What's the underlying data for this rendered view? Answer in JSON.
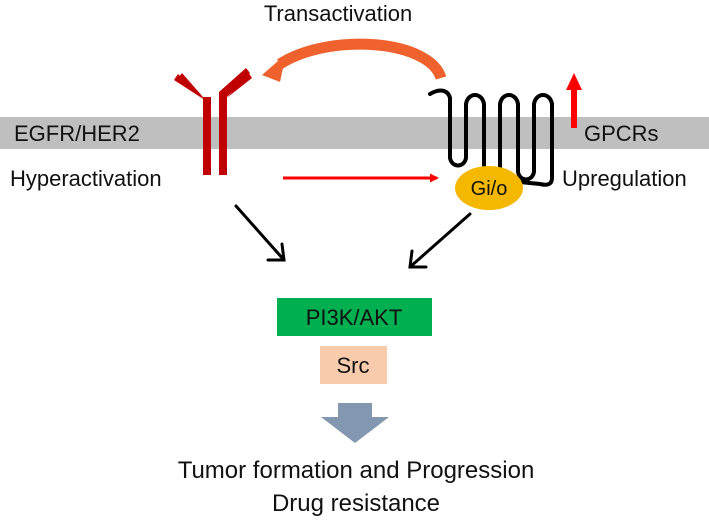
{
  "labels": {
    "top": "Transactivation",
    "receptor_name": "EGFR/HER2",
    "receptor_state": "Hyperactivation",
    "gpcr_name": "GPCRs",
    "gpcr_state": "Upregulation",
    "g_protein": "Gi/o",
    "pathway": "PI3K/AKT",
    "kinase": "Src",
    "outcome_line1": "Tumor formation and Progression",
    "outcome_line2": "Drug resistance"
  },
  "colors": {
    "membrane": "#bfbfbf",
    "receptor": "#c00000",
    "transactivation_arrow": "#f0622d",
    "red_arrow": "#ff0000",
    "black_arrow": "#000000",
    "g_protein_fill": "#f5b800",
    "pathway_fill": "#00b050",
    "kinase_fill": "#f8cbad",
    "outcome_arrow": "#8497b0"
  }
}
